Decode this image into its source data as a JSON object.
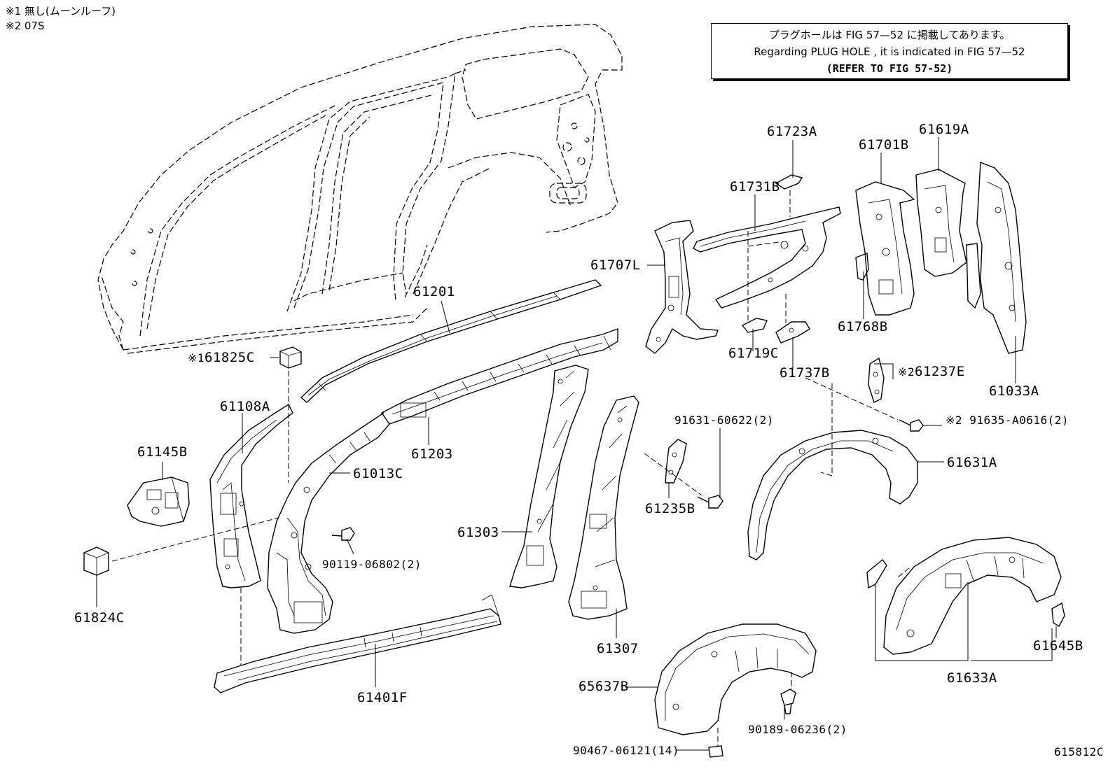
{
  "notes": {
    "note1": "※1 無し(ムーンルーフ)",
    "note2": "※2 07S"
  },
  "reference_box": {
    "line_ja": "プラグホールは FIG 57—52 に掲載してあります。",
    "line_en": "Regarding PLUG HOLE , it is indicated in FIG 57—52",
    "line_refer": "(REFER TO FIG 57-52)"
  },
  "figure_code": "615812C",
  "parts": [
    {
      "id": "p61723A",
      "label": "61723A"
    },
    {
      "id": "p61701B",
      "label": "61701B"
    },
    {
      "id": "p61619A",
      "label": "61619A"
    },
    {
      "id": "p61731B",
      "label": "61731B"
    },
    {
      "id": "p61707L",
      "label": "61707L"
    },
    {
      "id": "p61201",
      "label": "61201"
    },
    {
      "id": "p61768B",
      "label": "61768B"
    },
    {
      "id": "p61719C",
      "label": "61719C"
    },
    {
      "id": "p61737B",
      "label": "61737B"
    },
    {
      "id": "p61033A",
      "label": "61033A"
    },
    {
      "id": "p61825C",
      "label": "61825C",
      "prefix": "※1"
    },
    {
      "id": "p61237E",
      "label": "61237E",
      "prefix": "※2"
    },
    {
      "id": "p61108A",
      "label": "61108A"
    },
    {
      "id": "p91631",
      "label": "91631-60622(2)"
    },
    {
      "id": "p91635",
      "label": "91635-A0616(2)",
      "prefix": "※2"
    },
    {
      "id": "p61203",
      "label": "61203"
    },
    {
      "id": "p61145B",
      "label": "61145B"
    },
    {
      "id": "p61631A",
      "label": "61631A"
    },
    {
      "id": "p61013C",
      "label": "61013C"
    },
    {
      "id": "p61235B",
      "label": "61235B"
    },
    {
      "id": "p61303",
      "label": "61303"
    },
    {
      "id": "p90119",
      "label": "90119-06802(2)"
    },
    {
      "id": "p61824C",
      "label": "61824C"
    },
    {
      "id": "p61645B",
      "label": "61645B"
    },
    {
      "id": "p61307",
      "label": "61307"
    },
    {
      "id": "p61633A",
      "label": "61633A"
    },
    {
      "id": "p65637B",
      "label": "65637B"
    },
    {
      "id": "p61401F",
      "label": "61401F"
    },
    {
      "id": "p90189",
      "label": "90189-06236(2)"
    },
    {
      "id": "p90467",
      "label": "90467-06121(14)"
    }
  ]
}
